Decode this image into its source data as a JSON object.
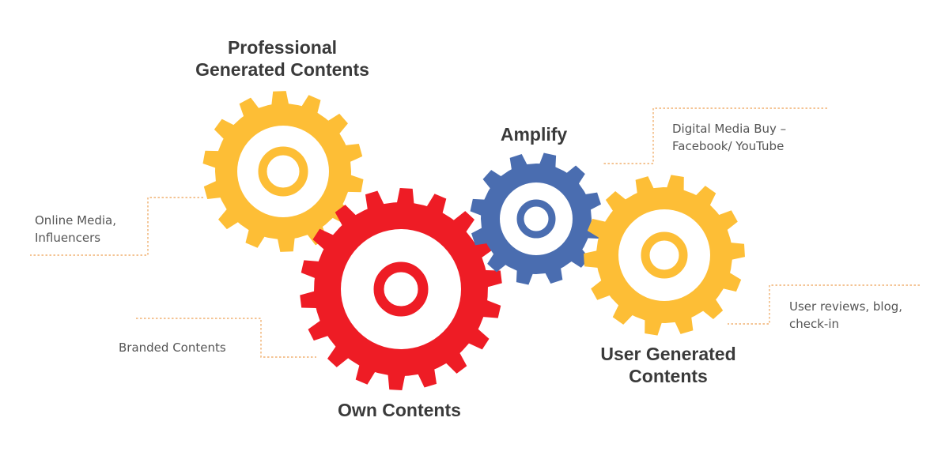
{
  "colors": {
    "yellow_gear": "#FDBE36",
    "red_gear": "#EE1C25",
    "blue_gear": "#4A6DB0",
    "leader": "#F0B070",
    "title_text": "#3a3a3a",
    "note_text": "#555555"
  },
  "titles": {
    "professional_line1": "Professional",
    "professional_line2": "Generated Contents",
    "amplify": "Amplify",
    "user_line1": "User Generated",
    "user_line2": "Contents",
    "own": "Own Contents"
  },
  "notes": {
    "online_media_line1": "Online Media,",
    "online_media_line2": "Influencers",
    "branded": "Branded Contents",
    "digital_line1": "Digital Media Buy –",
    "digital_line2": "Facebook/ YouTube",
    "user_reviews_line1": "User reviews, blog,",
    "user_reviews_line2": "check-in"
  },
  "gears": [
    {
      "name": "professional-gear",
      "color": "yellow_gear"
    },
    {
      "name": "own-contents-gear",
      "color": "red_gear"
    },
    {
      "name": "amplify-gear",
      "color": "blue_gear"
    },
    {
      "name": "user-generated-gear",
      "color": "yellow_gear"
    }
  ]
}
